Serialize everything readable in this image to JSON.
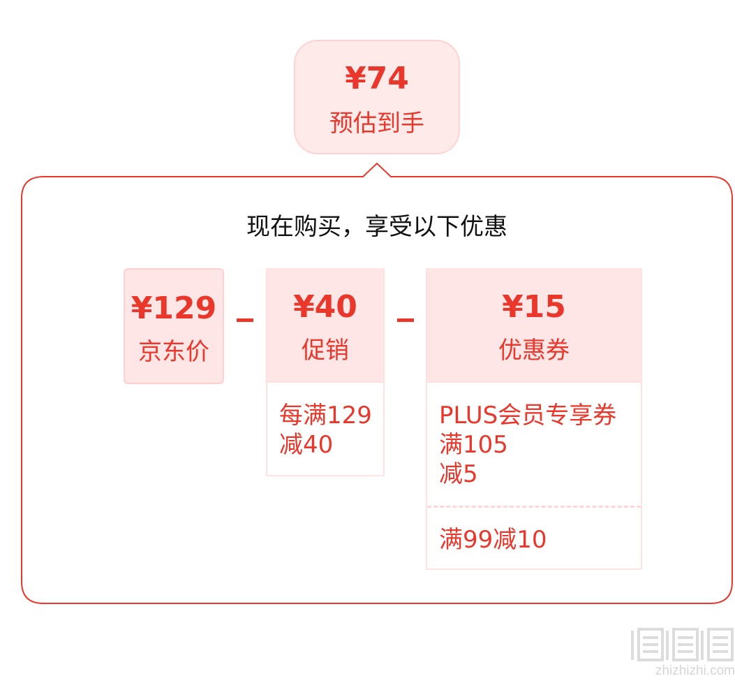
{
  "estimate": {
    "price": "¥74",
    "label": "预估到手"
  },
  "panel": {
    "title": "现在购买，享受以下优惠"
  },
  "calc": {
    "jd_price": {
      "price": "¥129",
      "label": "京东价"
    },
    "promotion": {
      "price": "¥40",
      "label": "促销",
      "detail": "每满129\n减40"
    },
    "coupon": {
      "price": "¥15",
      "label": "优惠券",
      "details": [
        "PLUS会员专享券\n满105\n减5",
        "满99减10"
      ]
    }
  },
  "watermark": {
    "logo_text": "值值值",
    "site": "zhizhizhi.com"
  },
  "colors": {
    "accent": "#e9372b",
    "box_fill": "#ffe6e6",
    "box_border": "#ffd3d3",
    "panel_border": "#e9372b"
  }
}
